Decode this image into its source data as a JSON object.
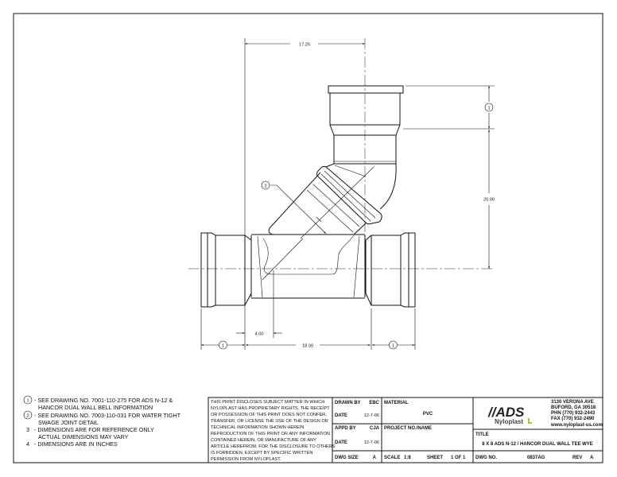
{
  "drawing": {
    "dimensions": {
      "overall_width": "17.25",
      "height": "20.00",
      "body_length": "18.00",
      "offset": "4.00",
      "bell_ref": "1",
      "swage_ref": "2"
    }
  },
  "notes": [
    {
      "marker": "1",
      "lines": [
        "- SEE DRAWING NO. 7001-110-275 FOR ADS N-12 &",
        "HANCOR DUAL WALL BELL INFORMATION"
      ]
    },
    {
      "marker": "2",
      "lines": [
        "- SEE DRAWING NO. 7003-110-031 FOR WATER TIGHT",
        "SWAGE JOINT DETAIL"
      ]
    },
    {
      "marker": "3",
      "lines": [
        "- DIMENSIONS ARE FOR REFERENCE ONLY",
        "ACTUAL DIMENSIONS MAY VARY"
      ]
    },
    {
      "marker": "4",
      "lines": [
        "- DIMENSIONS ARE IN INCHES"
      ]
    }
  ],
  "disclaimer": [
    "THIS PRINT DISCLOSES SUBJECT MATTER IN WHICH",
    "NYLOPLAST HAS PROPRIETARY RIGHTS.  THE RECEIPT",
    "OR POSSESSION OF THIS PRINT DOES NOT CONFER,",
    "TRANSFER, OR LICENSE THE USE OF THE DESIGN OR",
    "TECHNICAL INFORMATION SHOWN HEREIN",
    "REPRODUCTION OF THIS PRINT OR ANY INFORMATION",
    "CONTAINED HEREIN, OR MANUFACTURE OF ANY",
    "ARTICLE HEREFROM, FOR THE DISCLOSURE TO OTHERS",
    "IS FORBIDDEN, EXCEPT BY SPECIFIC WRITTEN",
    "PERMISSION FROM NYLOPLAST."
  ],
  "title_block": {
    "drawn_by_label": "DRAWN BY",
    "drawn_by": "EBC",
    "date1_label": "DATE",
    "date1": "12-7-06",
    "appd_by_label": "APPD BY",
    "appd_by": "CJA",
    "date2_label": "DATE",
    "date2": "12-7-06",
    "dwg_size_label": "DWG SIZE",
    "dwg_size": "A",
    "material_label": "MATERIAL",
    "material": "PVC",
    "project_label": "PROJECT NO./NAME",
    "scale_label": "SCALE",
    "scale": "1:8",
    "sheet_label": "SHEET",
    "sheet": "1 OF 1",
    "logo_ads": "//ADS",
    "logo_nyloplast": "Nyloplast",
    "address": [
      "3130 VERONA AVE",
      "BUFORD, GA 30518",
      "PHN (770) 932-2443",
      "FAX (770) 932-2490",
      "www.nyloplast-us.com"
    ],
    "title_label": "TITLE",
    "title": "8 X 8 ADS N-12 / HANCOR DUAL WALL TEE WYE",
    "dwg_no_label": "DWG NO.",
    "dwg_no": "0837AG",
    "rev_label": "REV",
    "rev": "A"
  },
  "colors": {
    "line": "#111111",
    "logo_accent": "#a4c639"
  }
}
